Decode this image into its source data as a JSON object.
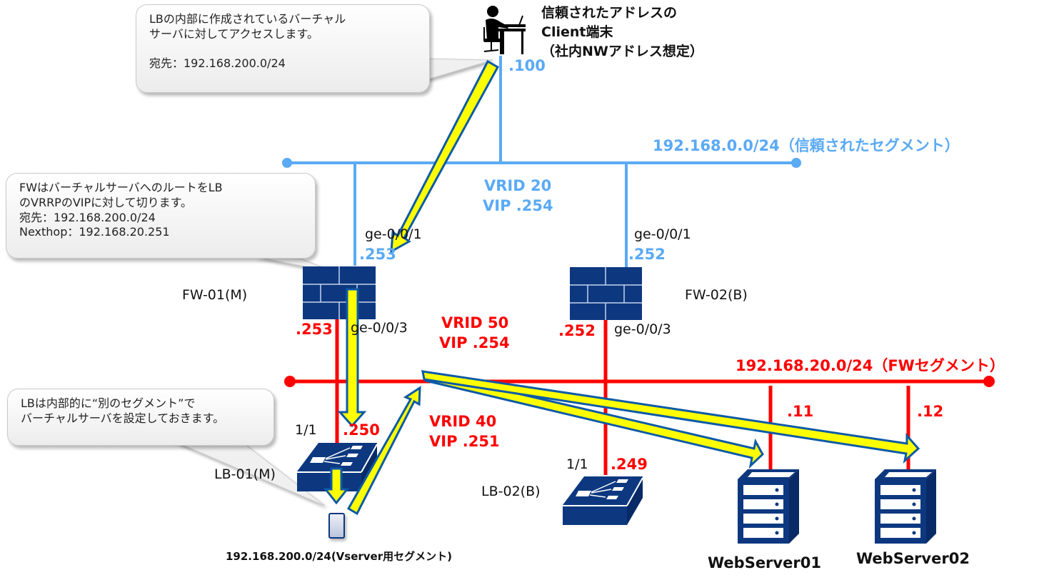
{
  "colors": {
    "trusted_segment": "#5aaaf5",
    "fw_segment": "#ff0000",
    "device": "#0d3880",
    "flow_fill": "#ffff00",
    "flow_border": "#0b5aa8"
  },
  "callouts": {
    "client_access": {
      "lines": [
        "LBの内部に作成されているバーチャル",
        "サーバに対してアクセスします。",
        "",
        "宛先：192.168.200.0/24"
      ]
    },
    "fw_route": {
      "lines": [
        "FWはバーチャルサーバへのルートをLB",
        "のVRRPのVIPに対して切ります。",
        "宛先：192.168.200.0/24",
        "Nexthop：192.168.20.251"
      ]
    },
    "lb_segment": {
      "lines": [
        "LBは内部的に“別のセグメント”で",
        "バーチャルサーバを設定しておきます。"
      ]
    }
  },
  "client": {
    "icon": "person-at-desk-icon",
    "title_lines": [
      "信頼されたアドレスの",
      "Client端末",
      "（社内NWアドレス想定）"
    ],
    "ip": ".100"
  },
  "trusted_segment": {
    "label": "192.168.0.0/24（信頼されたセグメント）",
    "vrid": "VRID 20",
    "vip": "VIP .254"
  },
  "fw_segment": {
    "label": "192.168.20.0/24（FWセグメント）",
    "vrid": "VRID 50",
    "vip": "VIP .254"
  },
  "lb_vrrp": {
    "vrid": "VRID 40",
    "vip": "VIP .251"
  },
  "firewalls": [
    {
      "name": "FW-01(M)",
      "icon": "firewall-icon",
      "upper_port": "ge-0/0/1",
      "upper_ip": ".253",
      "lower_port": "ge-0/0/3",
      "lower_ip": ".253"
    },
    {
      "name": "FW-02(B)",
      "icon": "firewall-icon",
      "upper_port": "ge-0/0/1",
      "upper_ip": ".252",
      "lower_port": "ge-0/0/3",
      "lower_ip": ".252"
    }
  ],
  "load_balancers": [
    {
      "name": "LB-01(M)",
      "icon": "load-balancer-icon",
      "port": "1/1",
      "ip": ".250"
    },
    {
      "name": "LB-02(B)",
      "icon": "load-balancer-icon",
      "port": "1/1",
      "ip": ".249"
    }
  ],
  "virtual_server": {
    "icon": "virtual-server-icon",
    "label": "192.168.200.0/24(Vserver用セグメント)"
  },
  "web_servers": [
    {
      "name": "WebServer01",
      "icon": "server-icon",
      "ip": ".11"
    },
    {
      "name": "WebServer02",
      "icon": "server-icon",
      "ip": ".12"
    }
  ]
}
